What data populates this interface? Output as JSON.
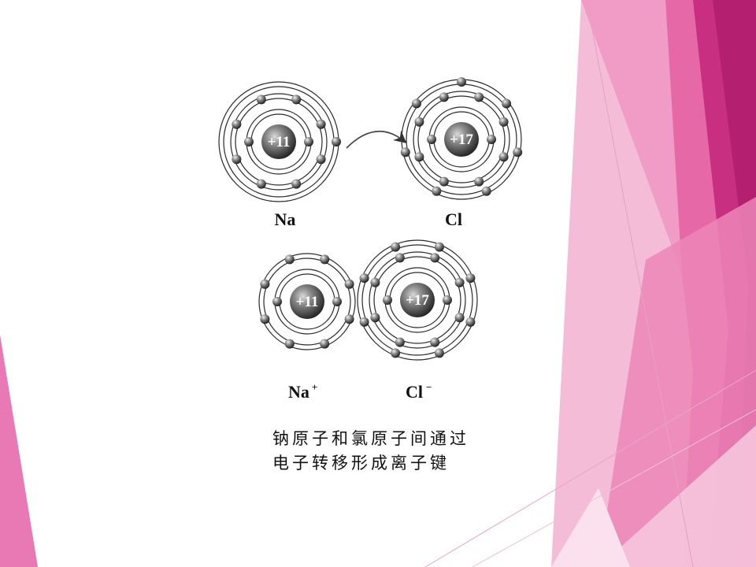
{
  "diagram": {
    "top_row": {
      "sodium": {
        "nucleus": "+11",
        "shell_electrons": [
          2,
          8,
          1
        ],
        "label": "Na"
      },
      "chlorine": {
        "nucleus": "+17",
        "shell_electrons": [
          2,
          8,
          7
        ],
        "label": "Cl"
      }
    },
    "bottom_row": {
      "sodium_ion": {
        "nucleus": "+11",
        "shell_electrons": [
          2,
          8
        ],
        "label": "Na",
        "charge": "+"
      },
      "chloride_ion": {
        "nucleus": "+17",
        "shell_electrons": [
          2,
          8,
          8
        ],
        "label": "Cl",
        "charge": "−"
      }
    },
    "transfer_arrow": "electron-transfer-arrow"
  },
  "caption": {
    "line1": "钠原子和氯原子间通过",
    "line2": "电子转移形成离子键"
  },
  "colors": {
    "accent_magenta": "#c3287a",
    "accent_pink": "#e86aa8",
    "accent_light_pink": "#f3a6cb",
    "accent_pale_pink": "#f9d3e5"
  }
}
